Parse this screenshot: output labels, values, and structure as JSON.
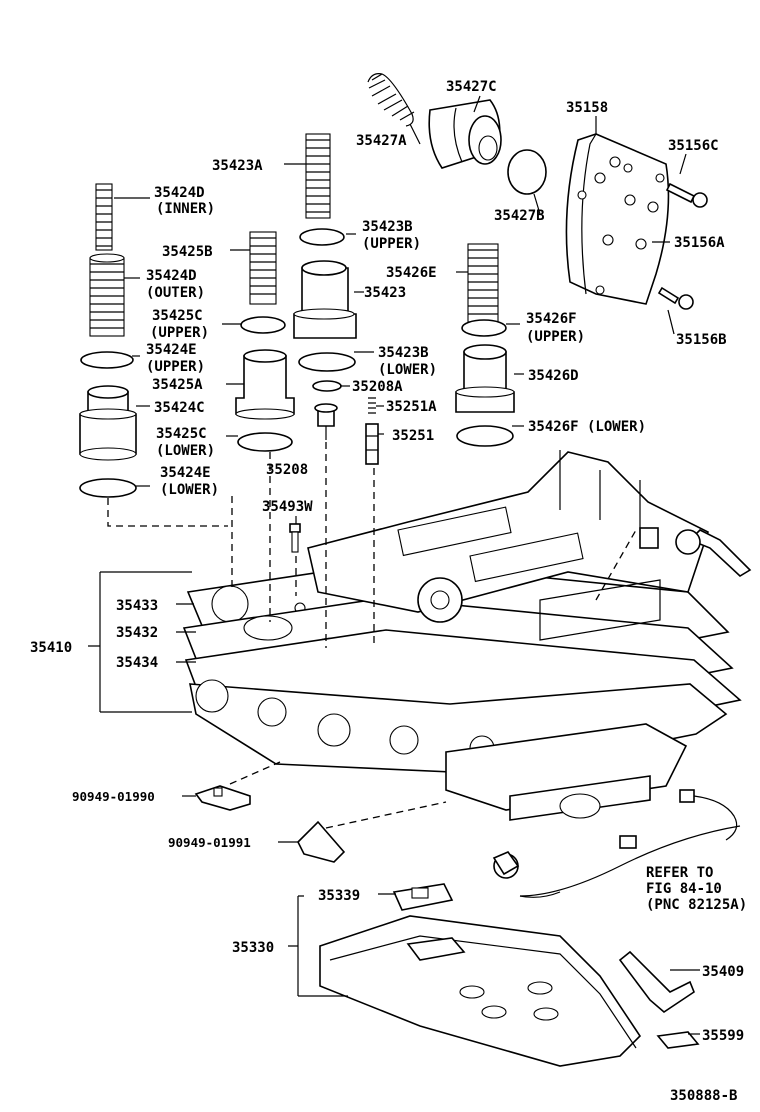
{
  "diagram_id": "350888-B",
  "labels": {
    "p35427C": "35427C",
    "p35427A": "35427A",
    "p35427B": "35427B",
    "p35158": "35158",
    "p35156C": "35156C",
    "p35156A": "35156A",
    "p35156B": "35156B",
    "p35423A": "35423A",
    "p35424D_inner": "35424D",
    "inner": "(INNER)",
    "p35423B_upper": "35423B",
    "upper1": "(UPPER)",
    "p35425B": "35425B",
    "p35424D_outer": "35424D",
    "outer": "(OUTER)",
    "p35423": "35423",
    "p35426E": "35426E",
    "p35425C_upper": "35425C",
    "upper2": "(UPPER)",
    "p35426F_upper": "35426F",
    "upper3": "(UPPER)",
    "p35424E_upper": "35424E",
    "upper4": "(UPPER)",
    "p35423B_lower": "35423B",
    "lower1": "(LOWER)",
    "p35425A": "35425A",
    "p35208A": "35208A",
    "p35426D": "35426D",
    "p35424C": "35424C",
    "p35251A": "35251A",
    "p35425C_lower": "35425C",
    "lower2": "(LOWER)",
    "p35251": "35251",
    "p35426F_lower": "35426F (LOWER)",
    "p35208": "35208",
    "p35424E_lower": "35424E",
    "lower3": "(LOWER)",
    "p35493W": "35493W",
    "p35433": "35433",
    "p35432": "35432",
    "p35410": "35410",
    "p35434": "35434",
    "p90949_01990": "90949-01990",
    "p90949_01991": "90949-01991",
    "refer1": "REFER TO",
    "refer2": "FIG 84-10",
    "refer3": "(PNC 82125A)",
    "p35339": "35339",
    "p35330": "35330",
    "p35409": "35409",
    "p35599": "35599"
  }
}
